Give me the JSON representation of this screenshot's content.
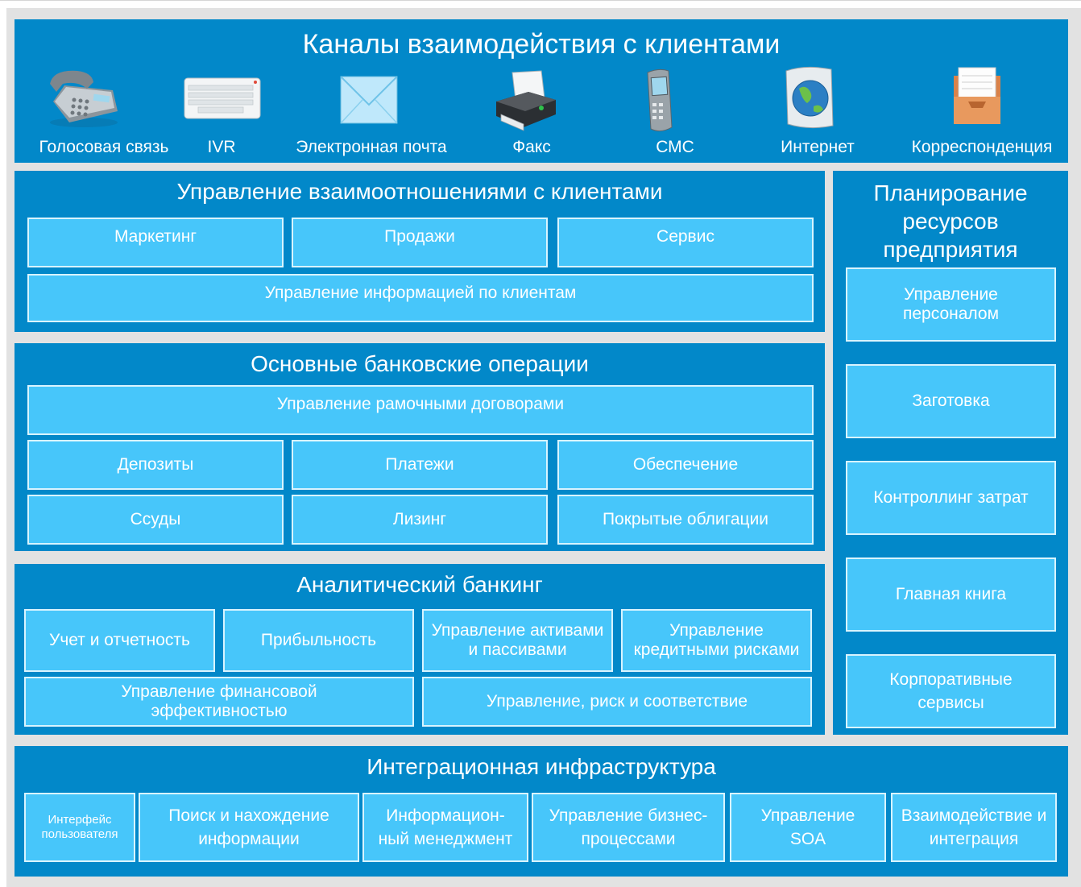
{
  "channels": {
    "title": "Каналы взаимодействия с клиентами",
    "items": [
      {
        "label": "Голосовая связь",
        "icon": "phone-icon"
      },
      {
        "label": "IVR",
        "icon": "keyboard-icon"
      },
      {
        "label": "Электронная почта",
        "icon": "envelope-icon"
      },
      {
        "label": "Факс",
        "icon": "fax-icon"
      },
      {
        "label": "СМС",
        "icon": "mobile-phone-icon"
      },
      {
        "label": "Интернет",
        "icon": "globe-icon"
      },
      {
        "label": "Корреспонденция",
        "icon": "inbox-tray-icon"
      }
    ]
  },
  "crm": {
    "title": "Управление взаимоотношениями с клиентами",
    "items": [
      "Маркетинг",
      "Продажи",
      "Сервис"
    ],
    "info": "Управление информацией по клиентам"
  },
  "core": {
    "title": "Основные банковские операции",
    "framework": "Управление рамочными договорами",
    "items": [
      "Депозиты",
      "Платежи",
      "Обеспечение",
      "Ссуды",
      "Лизинг",
      "Покрытые облигации"
    ]
  },
  "analytics": {
    "title": "Аналитический банкинг",
    "items": [
      "Учет и отчетность",
      "Прибыльность",
      "Управление активами и пассивами",
      "Управление кредитными рисками"
    ],
    "bottom": [
      "Управление финансовой эффективностью",
      "Управление, риск и соответствие"
    ]
  },
  "erp": {
    "title": "Планирование ресурсов предприятия",
    "items": [
      "Управление персоналом",
      "Заготовка",
      "Контроллинг затрат",
      "Главная книга",
      "Корпоративные сервисы"
    ]
  },
  "integration": {
    "title": "Интеграционная инфраструктура",
    "items": [
      "Интерфейс пользователя",
      "Поиск и нахождение информации",
      "Информацион-ный менеджмент",
      "Управление бизнес-процессами",
      "Управление SOA",
      "Взаимодействие и интеграция"
    ]
  },
  "colors": {
    "panel": "#0288c9",
    "box": "#47c6fa",
    "box_border": "#d8f4ff",
    "frame": "#e2e2e2"
  }
}
